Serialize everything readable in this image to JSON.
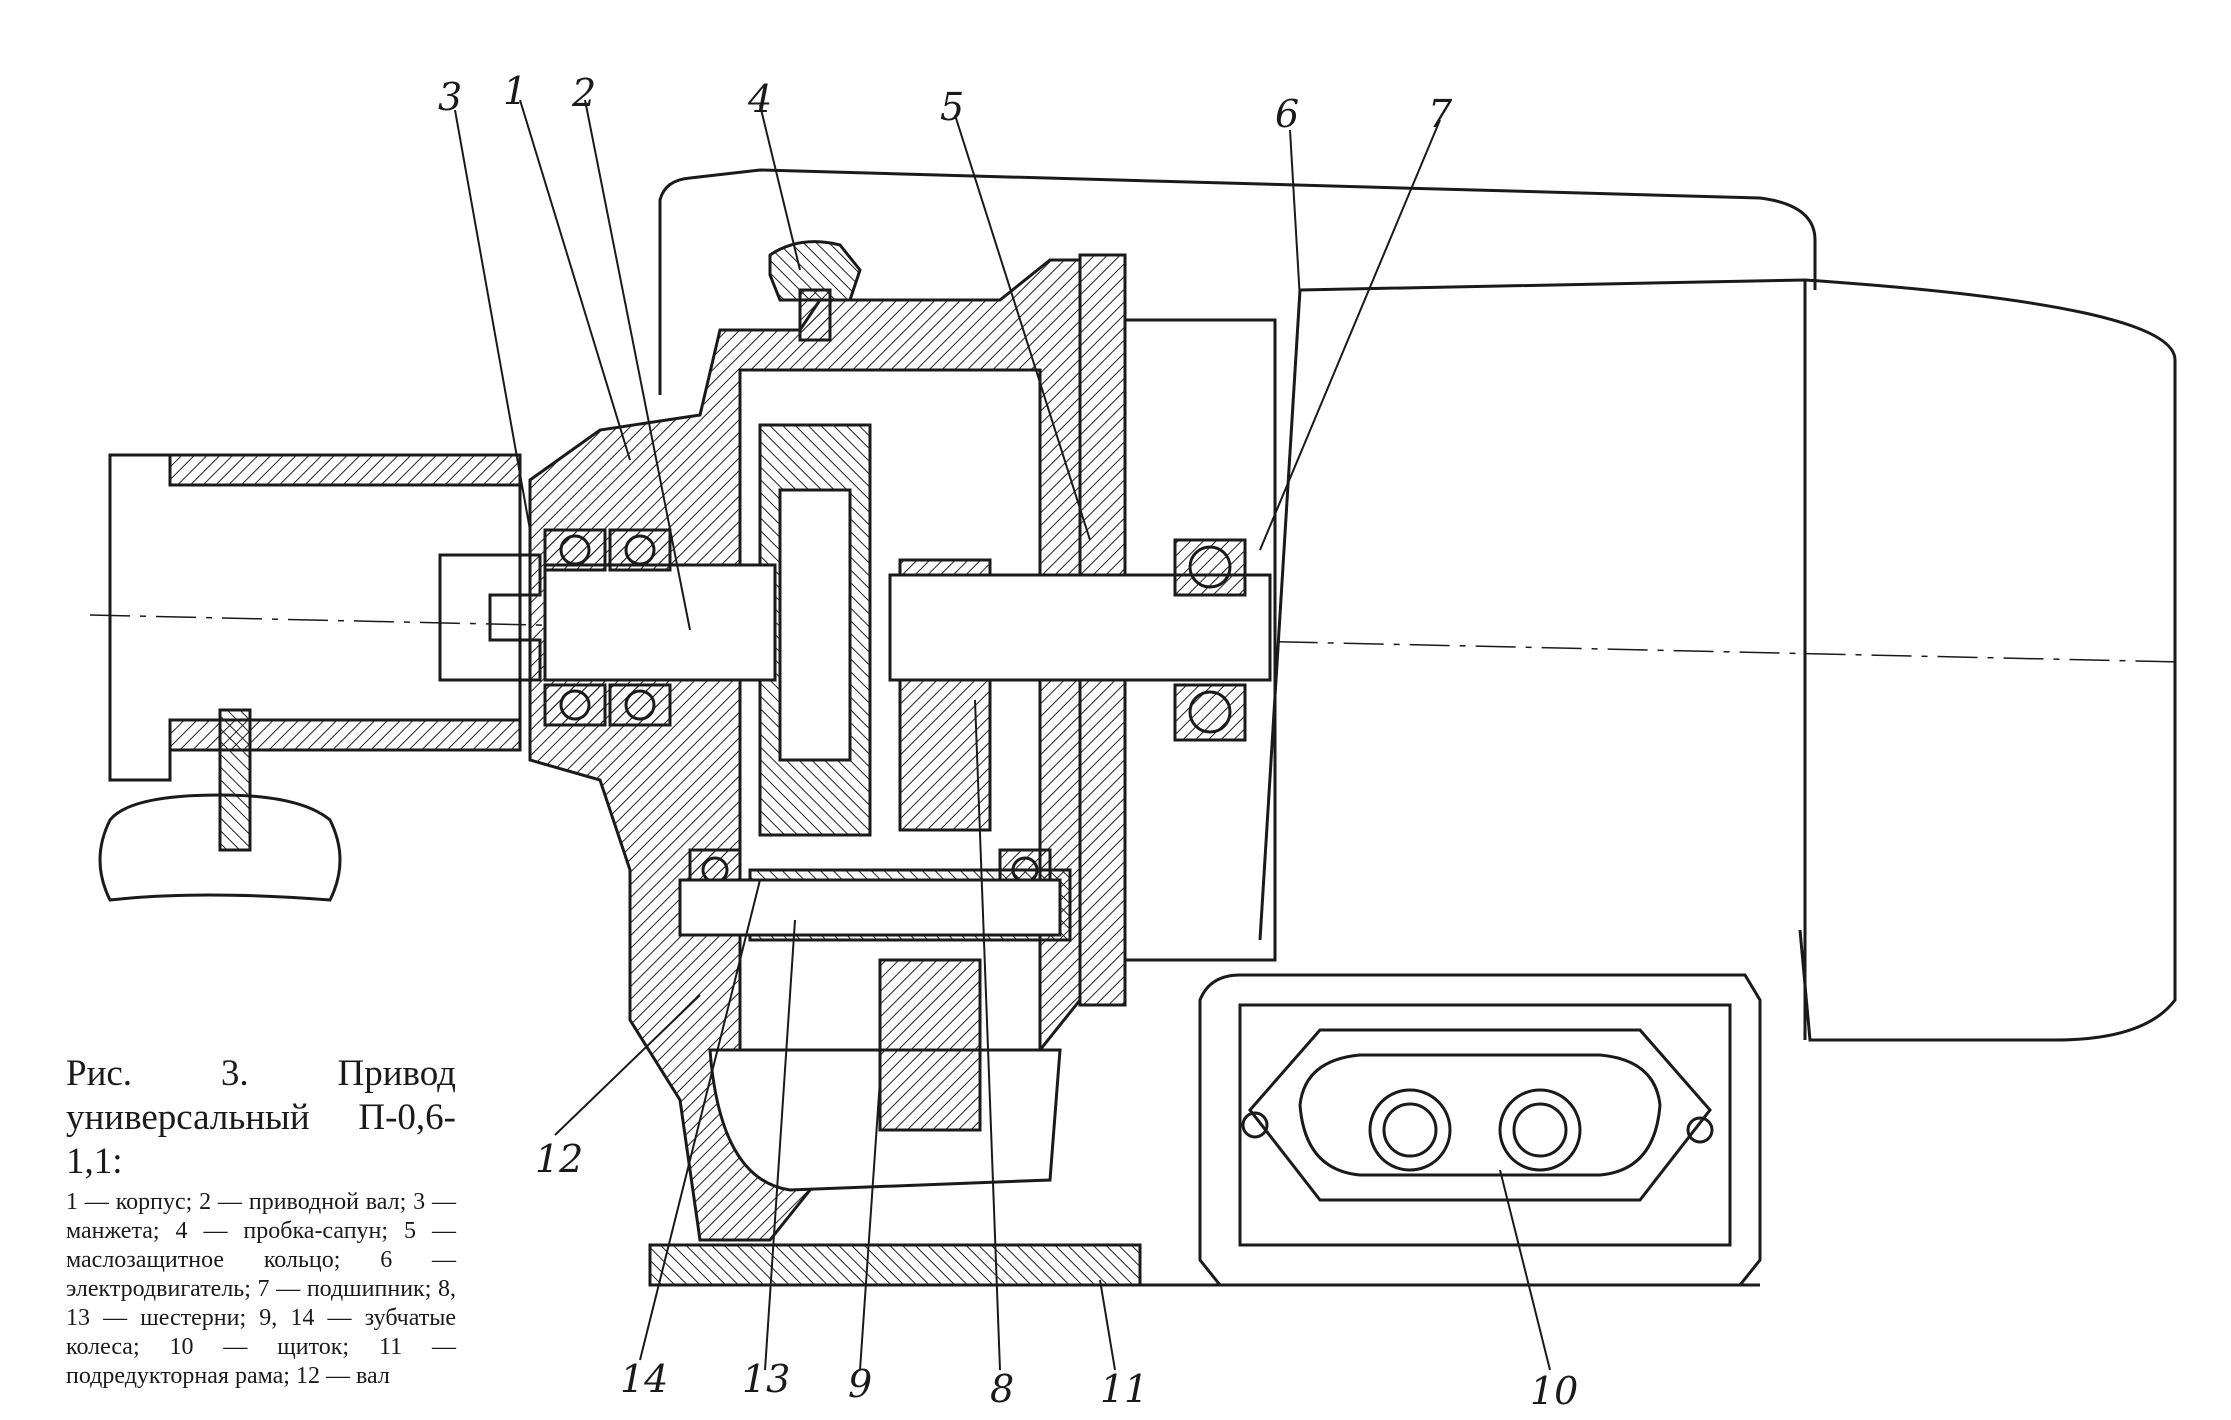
{
  "caption": {
    "title": "Рис. 3. Привод универсальный П-0,6-1,1:",
    "legend": "1 — корпус; 2 — приводной вал; 3 — манжета; 4 — пробка-сапун; 5 — маслозащитное кольцо; 6 — электродвигатель; 7 — подшипник; 8, 13 — шестерни; 9, 14 — зубчатые колеса; 10 — щиток; 11 — подредукторная рама; 12 — вал"
  },
  "labels": {
    "n1": "1",
    "n2": "2",
    "n3": "3",
    "n4": "4",
    "n5": "5",
    "n6": "6",
    "n7": "7",
    "n8": "8",
    "n9": "9",
    "n10": "10",
    "n11": "11",
    "n12": "12",
    "n13": "13",
    "n14": "14"
  }
}
